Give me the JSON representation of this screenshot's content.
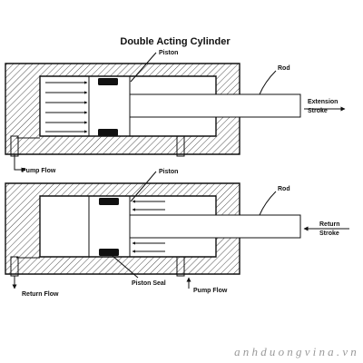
{
  "title": "Double Acting Cylinder",
  "extension": {
    "piston_label": "Piston",
    "rod_label": "Rod",
    "stroke_label_line1": "Extension",
    "stroke_label_line2": "Stroke",
    "pump_flow_label": "Pump Flow"
  },
  "retraction": {
    "piston_label": "Piston",
    "rod_label": "Rod",
    "stroke_label_line1": "Return",
    "stroke_label_line2": "Stroke",
    "return_flow_label": "Return Flow",
    "piston_seal_label": "Piston Seal",
    "pump_flow_label": "Pump Flow"
  },
  "watermark": "anhduongvina.vn",
  "colors": {
    "ink": "#111111",
    "watermark": "#9a9a9a"
  }
}
